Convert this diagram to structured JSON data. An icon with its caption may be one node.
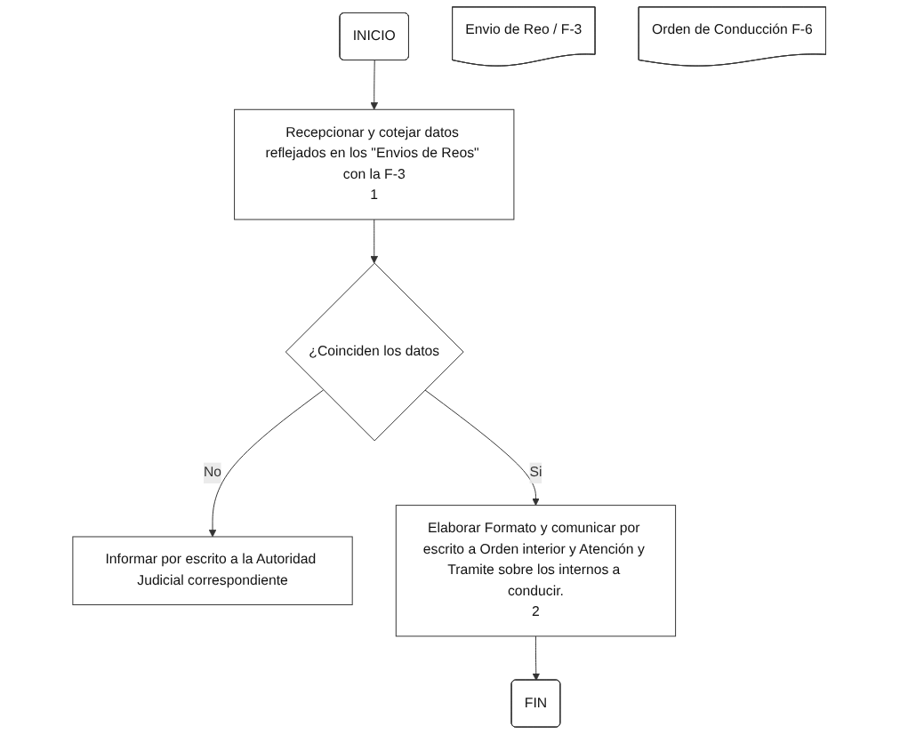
{
  "diagram": {
    "nodes": [
      {
        "text": [
          "INICIO"
        ]
      },
      {
        "text": [
          "Recepcionar y cotejar datos reflejados en los \"Envios de Reos\" con la F-3",
          "1"
        ]
      },
      {
        "text": [
          "Envio de Reo / F-3"
        ]
      },
      {
        "text": [
          "¿Coinciden los datos"
        ]
      },
      {
        "text": [
          "Informar por escrito a la Autoridad Judicial correspondiente"
        ]
      },
      {
        "text": [
          "Elaborar Formato y comunicar por escrito a Orden interior y Atención y Tramite sobre los internos a conducir.",
          "2"
        ]
      },
      {
        "text": [
          "Orden de Conducción F-6"
        ]
      },
      {
        "text": [
          "FIN"
        ]
      }
    ],
    "edges": [
      {
        "from": 0,
        "to": 1,
        "arrow": "to"
      },
      {
        "from": 1,
        "to": 3,
        "arrow": "to"
      },
      {
        "from": 3,
        "to": 4,
        "arrow": "to",
        "label": "No"
      },
      {
        "from": 3,
        "to": 5,
        "arrow": "to",
        "label": "Si"
      },
      {
        "from": 5,
        "to": 7,
        "arrow": "to"
      }
    ]
  }
}
